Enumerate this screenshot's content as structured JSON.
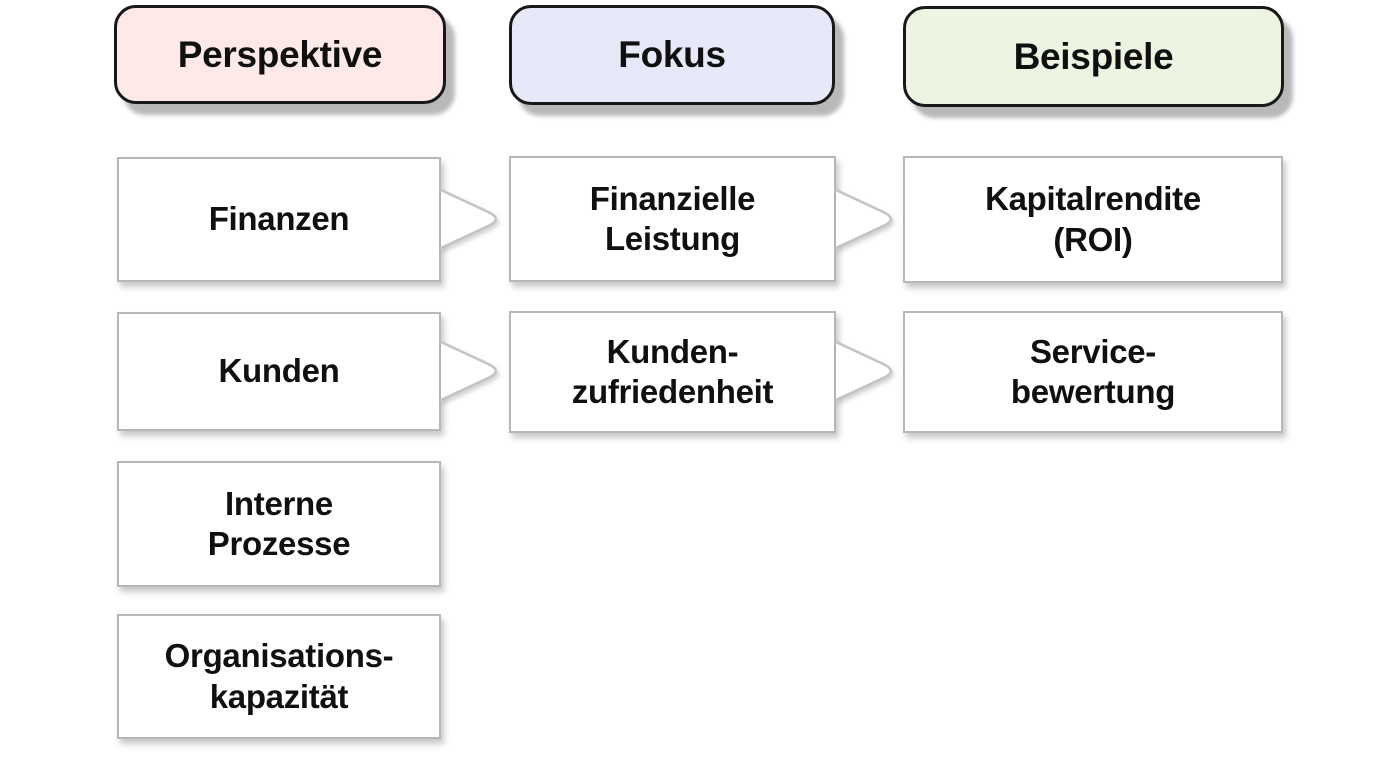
{
  "canvas": {
    "background": "#ffffff"
  },
  "palette": {
    "header_border": "#181818",
    "box_border": "#b7b7b7",
    "connector_stroke": "#c3c3c3",
    "text_color": "#101010",
    "perspektive_fill": "#fce9e8",
    "fokus_fill": "#e7e9f9",
    "beispiele_fill": "#edf5e2"
  },
  "columns": [
    {
      "header": {
        "label": "Perspektive",
        "fill": "#fce9e8"
      },
      "boxes": [
        {
          "label": "Finanzen"
        },
        {
          "label": "Kunden"
        },
        {
          "label": "Interne\nProzesse"
        },
        {
          "label": "Organisations-\nkapazität"
        }
      ]
    },
    {
      "header": {
        "label": "Fokus",
        "fill": "#e7e9f9"
      },
      "boxes": [
        {
          "label": "Finanzielle\nLeistung"
        },
        {
          "label": "Kunden-\nzufriedenheit"
        }
      ]
    },
    {
      "header": {
        "label": "Beispiele",
        "fill": "#edf5e2"
      },
      "boxes": [
        {
          "label": "Kapitalrendite\n(ROI)"
        },
        {
          "label": "Service-\nbewertung"
        }
      ]
    }
  ],
  "connectors": [
    {
      "from": "Finanzen",
      "to": "Finanzielle Leistung"
    },
    {
      "from": "Finanzielle Leistung",
      "to": "Kapitalrendite (ROI)"
    },
    {
      "from": "Kunden",
      "to": "Kunden-zufriedenheit"
    },
    {
      "from": "Kunden-zufriedenheit",
      "to": "Service-bewertung"
    }
  ]
}
